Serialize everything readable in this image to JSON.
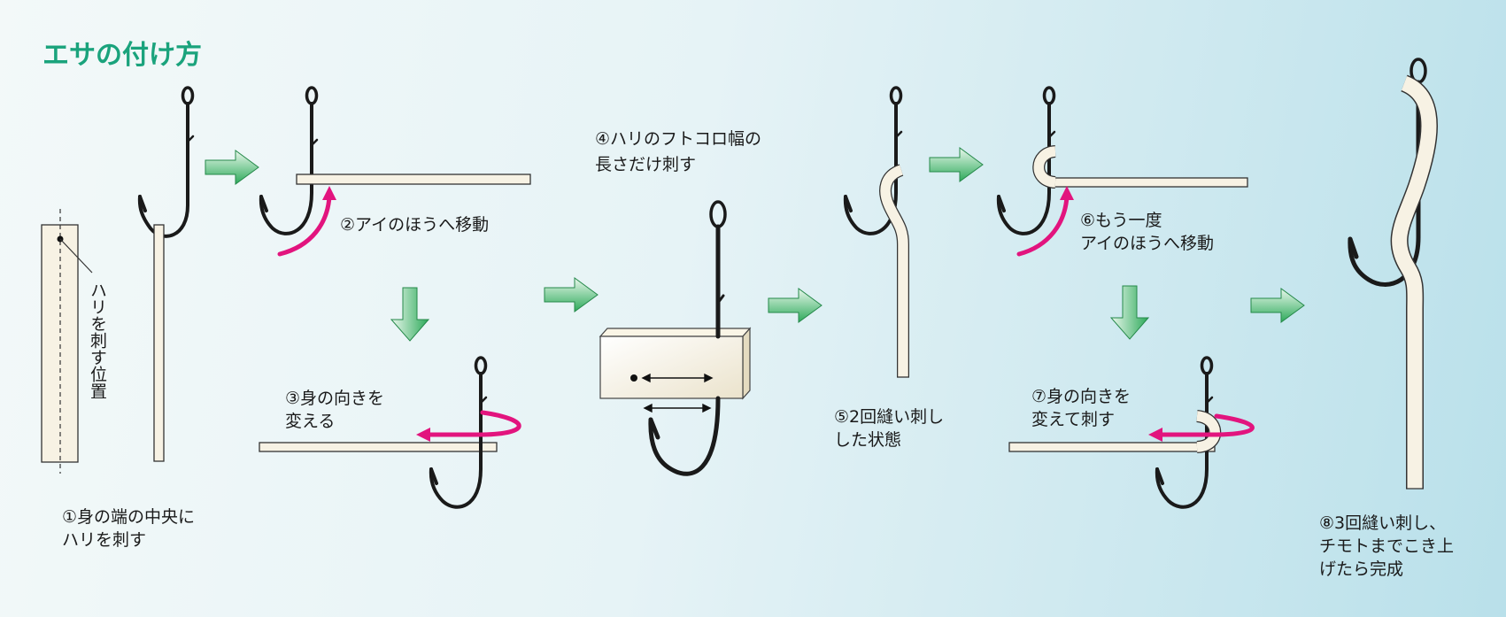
{
  "title": "エサの付け方",
  "accent_colors": {
    "title": "#1aa37c",
    "arrow_green": "#2daa5a",
    "move_arrow": "#e2147e"
  },
  "pierce_point_label": "ハリを刺す位置",
  "steps": [
    {
      "lines": [
        "①身の端の中央に",
        "ハリを刺す"
      ]
    },
    {
      "lines": [
        "②アイのほうへ移動"
      ]
    },
    {
      "lines": [
        "③身の向きを",
        "変える"
      ]
    },
    {
      "lines": [
        "④ハリのフトコロ幅の",
        "長さだけ刺す"
      ]
    },
    {
      "lines": [
        "⑤2回縫い刺し",
        "した状態"
      ]
    },
    {
      "lines": [
        "⑥もう一度",
        "アイのほうへ移動"
      ]
    },
    {
      "lines": [
        "⑦身の向きを",
        "変えて刺す"
      ]
    },
    {
      "lines": [
        "⑧3回縫い刺し、",
        "チモトまでこき上",
        "げたら完成"
      ]
    }
  ]
}
